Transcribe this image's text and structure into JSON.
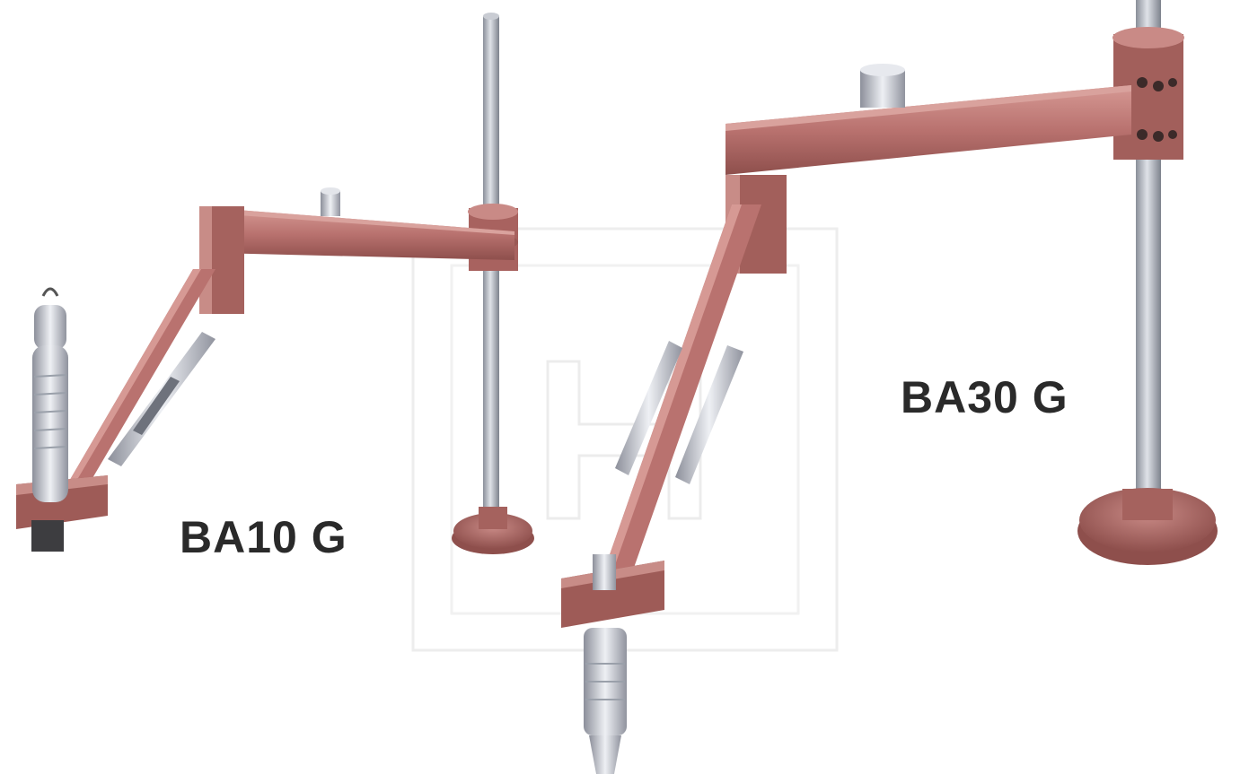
{
  "labels": {
    "ba10": "BA10 G",
    "ba30": "BA30 G"
  },
  "colors": {
    "arm_fill": "#b9726f",
    "arm_dark": "#8e4f4c",
    "arm_light": "#d69994",
    "column_fill": "#b8bcc6",
    "column_dark": "#7d828c",
    "watermark": "#e4e4e4",
    "label_text": "#2a2a2a"
  },
  "icons": {
    "watermark": "h-logo-watermark",
    "tool_small": "screwdriver-tool",
    "tool_large": "nut-runner-tool"
  }
}
